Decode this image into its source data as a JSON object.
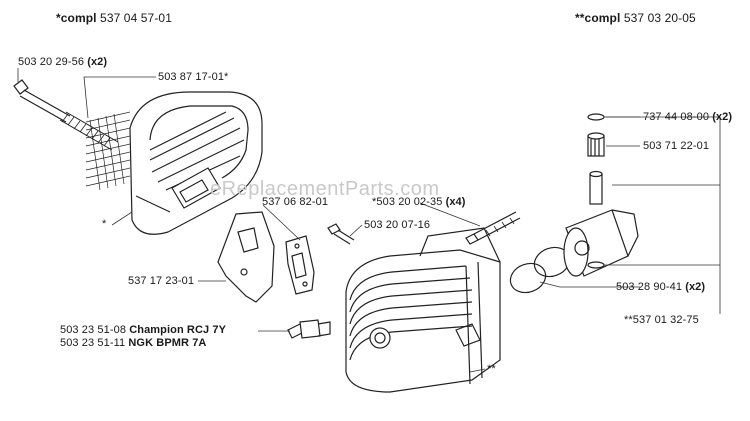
{
  "header": {
    "left_prefix": "*compl",
    "left_number": "537 04 57-01",
    "right_prefix": "**compl",
    "right_number": "537 03 20-05"
  },
  "watermark": "eReplacementParts.com",
  "parts": {
    "screw_x2": {
      "number": "503 20 29-56",
      "qty": "(x2)"
    },
    "muffler_label": {
      "number": "503 87 17-01*"
    },
    "muffler_star": {
      "text": "*"
    },
    "gasket": {
      "number": "537 06 82-01"
    },
    "screw_x4": {
      "number": "*503 20 02-35",
      "qty": "(x4)"
    },
    "stud": {
      "number": "503 20 07-16"
    },
    "bracket": {
      "number": "537 17 23-01"
    },
    "plug_champion": {
      "number": "503 23 51-08",
      "brand": "Champion RCJ 7Y"
    },
    "plug_ngk": {
      "number": "503 23 51-11",
      "brand": "NGK BPMR 7A"
    },
    "cylinder_star": {
      "text": "**"
    },
    "circlip": {
      "number": "737 44 08-00",
      "qty": "(x2)"
    },
    "bearing": {
      "number": "503 71 22-01"
    },
    "rings": {
      "number": "503 28 90-41",
      "qty": "(x2)"
    },
    "piston_kit": {
      "number": "**537 01 32-75"
    }
  }
}
